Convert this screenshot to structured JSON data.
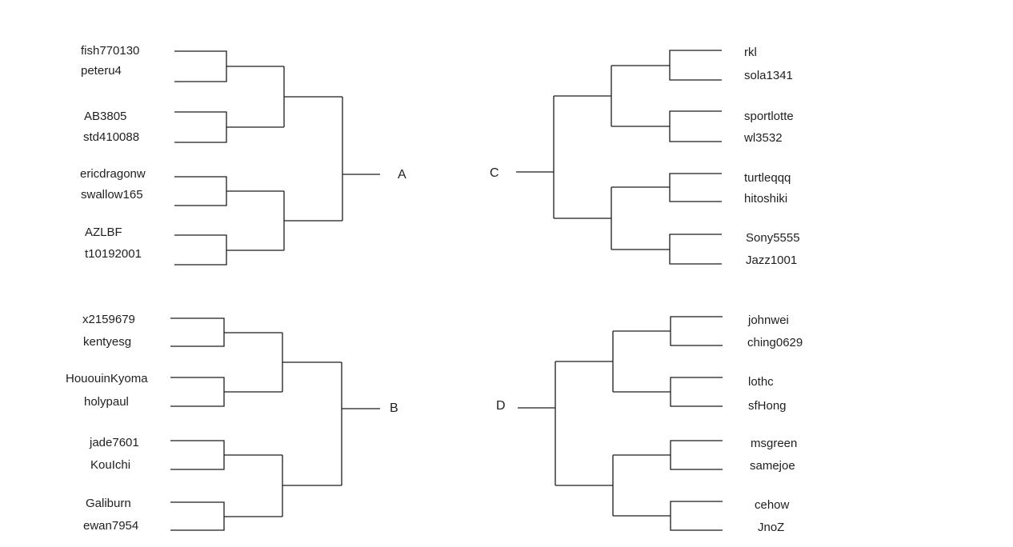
{
  "diagram": {
    "type": "tournament-bracket",
    "background": "#ffffff",
    "line_color": "#1c1c1c",
    "text_color": "#1f1f1f",
    "groups": [
      {
        "label": "A",
        "direction": "left-to-right",
        "matches": [
          {
            "players": [
              "fish770130",
              "peteru4"
            ]
          },
          {
            "players": [
              "AB3805",
              "std410088"
            ]
          },
          {
            "players": [
              "ericdragonw",
              "swallow165"
            ]
          },
          {
            "players": [
              "AZLBF",
              "t10192001"
            ]
          }
        ]
      },
      {
        "label": "B",
        "direction": "left-to-right",
        "matches": [
          {
            "players": [
              "x2159679",
              "kentyesg"
            ]
          },
          {
            "players": [
              "HououinKyoma",
              "holypaul"
            ]
          },
          {
            "players": [
              "jade7601",
              "KouIchi"
            ]
          },
          {
            "players": [
              "Galiburn",
              "ewan7954"
            ]
          }
        ]
      },
      {
        "label": "C",
        "direction": "right-to-left",
        "matches": [
          {
            "players": [
              "rkl",
              "sola1341"
            ]
          },
          {
            "players": [
              "sportlotte",
              "wl3532"
            ]
          },
          {
            "players": [
              "turtleqqq",
              "hitoshiki"
            ]
          },
          {
            "players": [
              "Sony5555",
              "Jazz1001"
            ]
          }
        ]
      },
      {
        "label": "D",
        "direction": "right-to-left",
        "matches": [
          {
            "players": [
              "johnwei",
              "ching0629"
            ]
          },
          {
            "players": [
              "lothc",
              "sfHong"
            ]
          },
          {
            "players": [
              "msgreen",
              "samejoe"
            ]
          },
          {
            "players": [
              "cehow",
              "JnoZ"
            ]
          }
        ]
      }
    ]
  }
}
